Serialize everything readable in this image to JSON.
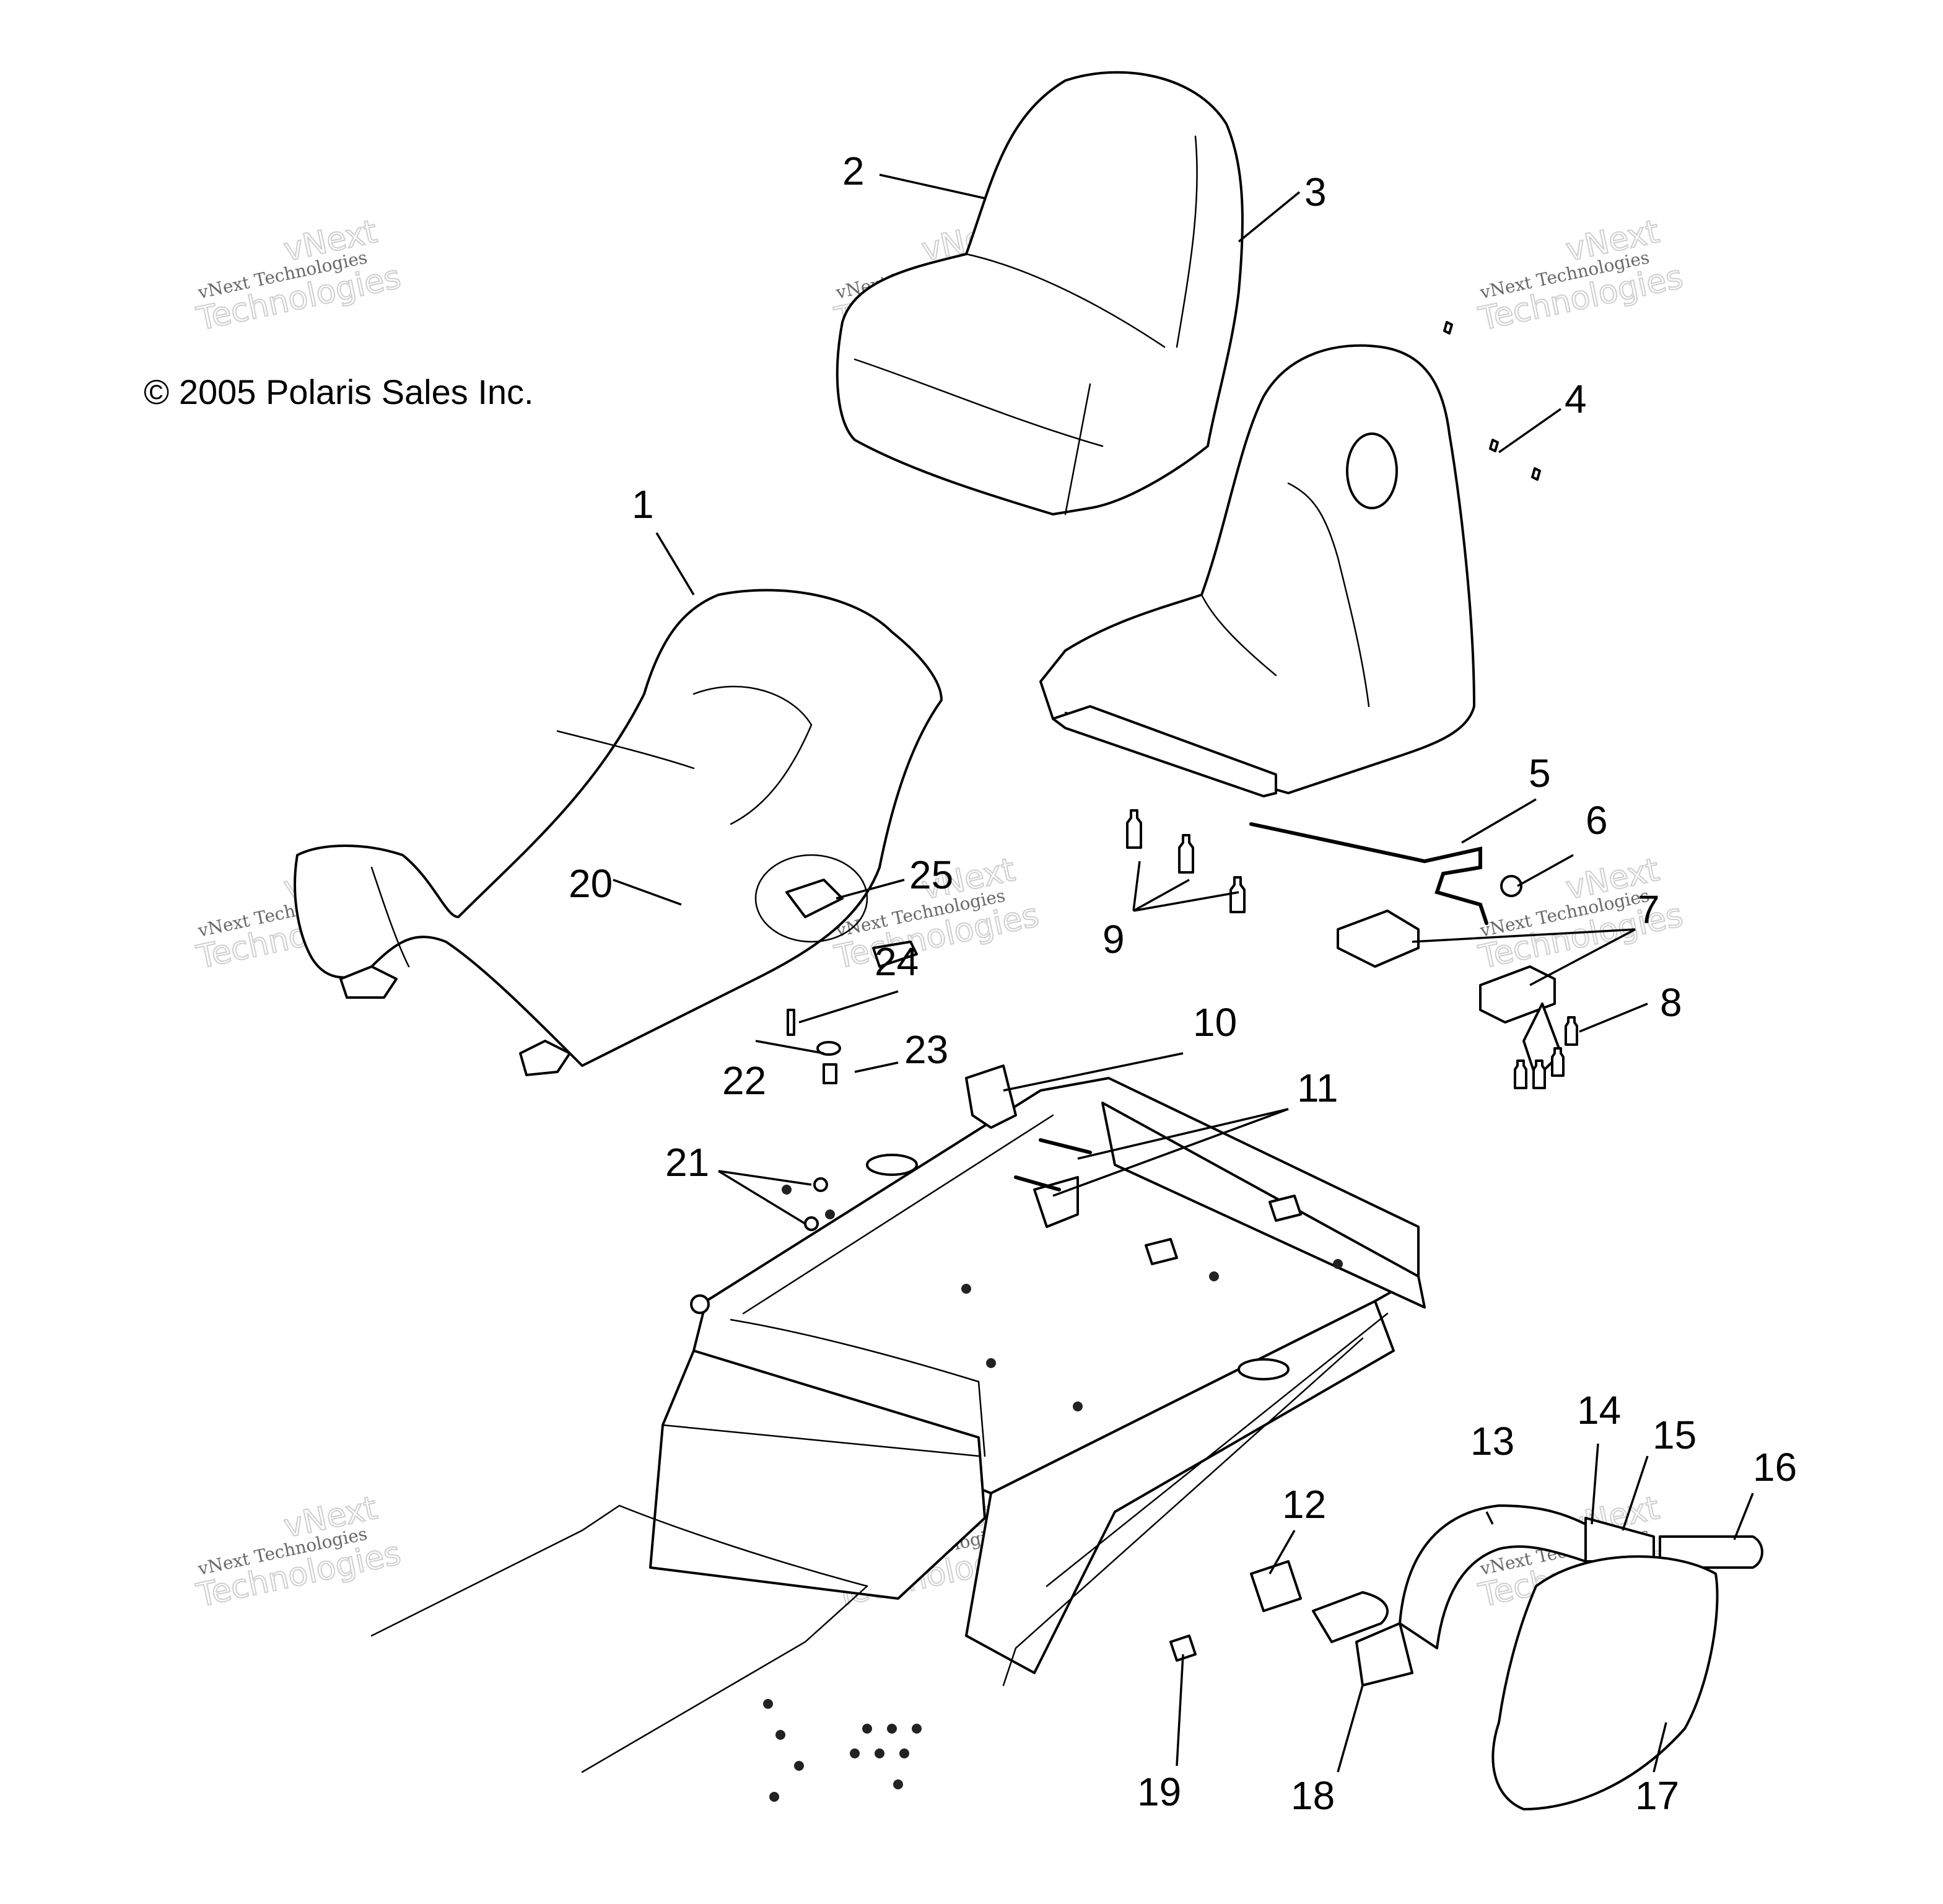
{
  "copyright": "© 2005 Polaris Sales Inc.",
  "watermark": {
    "small": "vNext Technologies",
    "big_line1": "vNext",
    "big_line2": "Technologies"
  },
  "callouts": [
    "1",
    "2",
    "3",
    "4",
    "5",
    "6",
    "7",
    "8",
    "9",
    "10",
    "11",
    "12",
    "13",
    "14",
    "15",
    "16",
    "17",
    "18",
    "19",
    "20",
    "21",
    "22",
    "23",
    "24",
    "25"
  ]
}
